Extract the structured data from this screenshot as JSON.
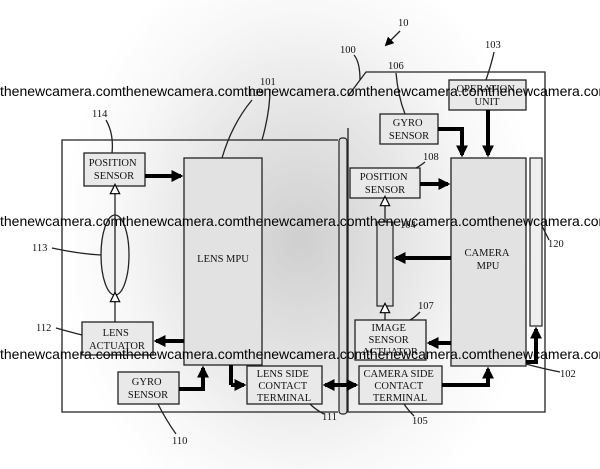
{
  "diagram": {
    "figure_ref": "10",
    "refs": {
      "lens_unit": "101",
      "lens_mpu": "109",
      "camera_body": "100",
      "operation_unit": "103",
      "gyro_sensor_body": "106",
      "position_sensor_lens": "114",
      "position_sensor_body": "108",
      "lens": "113",
      "lens_actuator": "112",
      "image_sensor": "104",
      "image_sensor_actuator": "107",
      "display": "120",
      "camera_mpu": "102",
      "gyro_sensor_lens": "110",
      "lens_side_terminal": "111",
      "camera_side_terminal": "105"
    },
    "blocks": {
      "position_sensor_lens": [
        "POSITION",
        "SENSOR"
      ],
      "lens_mpu": [
        "LENS MPU"
      ],
      "lens_actuator": [
        "LENS",
        "ACTUATOR"
      ],
      "gyro_sensor_lens": [
        "GYRO",
        "SENSOR"
      ],
      "lens_side_terminal": [
        "LENS SIDE",
        "CONTACT",
        "TERMINAL"
      ],
      "gyro_sensor_body": [
        "GYRO",
        "SENSOR"
      ],
      "operation_unit": [
        "OPERATION",
        "UNIT"
      ],
      "position_sensor_body": [
        "POSITION",
        "SENSOR"
      ],
      "camera_mpu": [
        "CAMERA",
        "MPU"
      ],
      "image_sensor_actuator": [
        "IMAGE",
        "SENSOR",
        "ACTUATOR"
      ],
      "camera_side_terminal": [
        "CAMERA SIDE",
        "CONTACT",
        "TERMINAL"
      ]
    }
  },
  "watermark": {
    "text": "thenewcamera.com"
  }
}
